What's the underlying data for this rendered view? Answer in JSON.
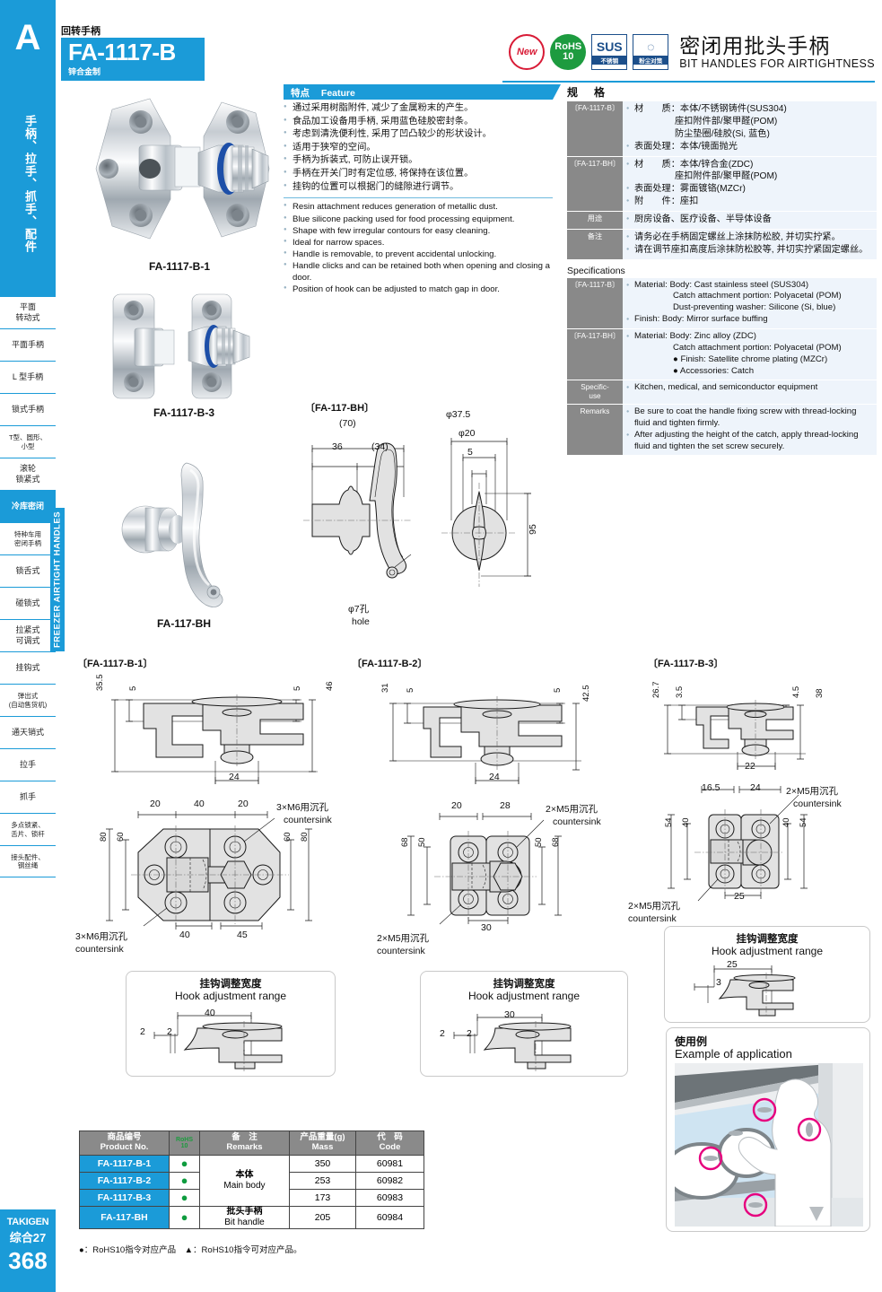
{
  "sidebar": {
    "letter": "A",
    "vertical_label": "手柄、拉手、抓手、配件",
    "items": [
      {
        "label": "平面\n转动式"
      },
      {
        "label": "平面手柄"
      },
      {
        "label": "L 型手柄"
      },
      {
        "label": "锁式手柄"
      },
      {
        "label": "T型、圆形、\n小型"
      },
      {
        "label": "滚轮\n锁紧式"
      },
      {
        "label": "冷库密闭"
      },
      {
        "label": "特种车用\n密闭手柄"
      },
      {
        "label": "锁舌式"
      },
      {
        "label": "碰锁式"
      },
      {
        "label": "拉紧式\n可调式"
      },
      {
        "label": "挂钩式"
      },
      {
        "label": "弹出式\n(自动售货机)"
      },
      {
        "label": "通天销式"
      },
      {
        "label": "拉手"
      },
      {
        "label": "抓手"
      },
      {
        "label": "多点锁紧、\n舌片、锁杆"
      },
      {
        "label": "接头配件、\n钢丝绳"
      }
    ],
    "active_index": 6,
    "tab_label": "FREEZER AIRTIGHT HANDLES",
    "footer": {
      "brand": "TAKIGEN",
      "sub": "综合27",
      "page": "368"
    }
  },
  "header": {
    "category": "回转手柄",
    "code": "FA-1117-B",
    "material": "锌合金制",
    "badges": [
      {
        "name": "new-badge",
        "text": "New"
      },
      {
        "name": "rohs-badge",
        "line1": "RoHS",
        "line2": "10"
      },
      {
        "name": "sus-badge",
        "big": "SUS",
        "small": "不锈钢"
      },
      {
        "name": "dust-badge",
        "big": "◌",
        "small": "粉尘对策"
      }
    ],
    "title_cn": "密闭用批头手柄",
    "title_en": "BIT HANDLES FOR AIRTIGHTNESS"
  },
  "feature": {
    "heading_cn": "特点",
    "heading_en": "Feature",
    "cn_items": [
      "通过采用树脂附件, 减少了金属粉末的产生。",
      "食品加工设备用手柄, 采用蓝色硅胶密封条。",
      "考虑到清洗便利性, 采用了凹凸较少的形状设计。",
      "适用于狭窄的空间。",
      "手柄为拆装式, 可防止误开锁。",
      "手柄在开关门时有定位感, 将保持在该位置。",
      "挂钩的位置可以根据门的缝隙进行调节。"
    ],
    "en_items": [
      "Resin attachment reduces generation of metallic dust.",
      "Blue silicone packing used for food processing equipment.",
      "Shape with few irregular contours for easy cleaning.",
      "Ideal for narrow spaces.",
      "Handle is removable, to prevent accidental unlocking.",
      "Handle clicks and can be retained both when opening and closing a door.",
      "Position of hook can be adjusted to match gap in door."
    ]
  },
  "spec_cn": {
    "title": "规　格",
    "rows": [
      {
        "label": "〔FA-1117-B〕",
        "lines": [
          {
            "bullet": true,
            "text": "材　　质：本体/不锈钢铸件(SUS304)"
          },
          {
            "bullet": false,
            "text": "座扣附件部/聚甲醛(POM)"
          },
          {
            "bullet": false,
            "text": "防尘垫圈/硅胶(Si, 蓝色)"
          },
          {
            "bullet": true,
            "text": "表面处理：本体/镜面抛光"
          }
        ]
      },
      {
        "label": "〔FA-117-BH〕",
        "lines": [
          {
            "bullet": true,
            "text": "材　　质：本体/锌合金(ZDC)"
          },
          {
            "bullet": false,
            "text": "座扣附件部/聚甲醛(POM)"
          },
          {
            "bullet": true,
            "text": "表面处理：雾面镀铬(MZCr)"
          },
          {
            "bullet": true,
            "text": "附　　件：座扣"
          }
        ]
      },
      {
        "label": "用途",
        "lines": [
          {
            "bullet": true,
            "text": "厨房设备、医疗设备、半导体设备"
          }
        ]
      },
      {
        "label": "备注",
        "lines": [
          {
            "bullet": true,
            "text": "请务必在手柄固定螺丝上涂抹防松胶, 并切实拧紧。"
          },
          {
            "bullet": true,
            "text": "请在调节座扣高度后涂抹防松胶等, 并切实拧紧固定螺丝。"
          }
        ]
      }
    ]
  },
  "spec_en": {
    "title": "Specifications",
    "rows": [
      {
        "label": "〔FA-1117-B〕",
        "lines": [
          {
            "bullet": true,
            "text": "Material: Body: Cast stainless steel (SUS304)"
          },
          {
            "bullet": false,
            "text": "Catch attachment portion: Polyacetal (POM)"
          },
          {
            "bullet": false,
            "text": "Dust-preventing washer: Silicone (Si, blue)"
          },
          {
            "bullet": true,
            "text": "Finish: Body: Mirror surface buffing"
          }
        ]
      },
      {
        "label": "〔FA-117-BH〕",
        "lines": [
          {
            "bullet": true,
            "text": "Material: Body: Zinc alloy (ZDC)"
          },
          {
            "bullet": false,
            "text": "Catch attachment portion: Polyacetal (POM)"
          },
          {
            "bullet": false,
            "text": "● Finish: Satellite chrome plating (MZCr)"
          },
          {
            "bullet": false,
            "text": "● Accessories: Catch"
          }
        ]
      },
      {
        "label": "Specific-\nuse",
        "lines": [
          {
            "bullet": true,
            "text": "Kitchen, medical, and semiconductor equipment"
          }
        ]
      },
      {
        "label": "Remarks",
        "lines": [
          {
            "bullet": true,
            "text": "Be sure to coat the handle fixing screw with thread-locking fluid and tighten firmly."
          },
          {
            "bullet": true,
            "text": "After adjusting the height of the catch, apply thread-locking fluid and tighten the set screw securely."
          }
        ]
      }
    ]
  },
  "photos": [
    {
      "caption": "FA-1117-B-1"
    },
    {
      "caption": "FA-1117-B-3"
    },
    {
      "caption": "FA-117-BH"
    }
  ],
  "bh_drawing": {
    "title": "〔FA-117-BH〕",
    "dims": [
      "(70)",
      "36",
      "(34)",
      "φ37.5",
      "φ20",
      "5",
      "95"
    ],
    "hole_cn": "φ7孔",
    "hole_en": "hole"
  },
  "dim_blocks": [
    {
      "title": "〔FA-1117-B-1〕",
      "side_dims": [
        "35.5",
        "5",
        "5",
        "46",
        "24"
      ],
      "plan_dims": [
        "20",
        "40",
        "20",
        "80",
        "60",
        "60",
        "80",
        "40",
        "45"
      ],
      "note_cn": "3×M6用沉孔",
      "note_en": "countersink",
      "hook": {
        "title_cn": "挂钩调整宽度",
        "title_en": "Hook adjustment range",
        "dims": [
          "40",
          "2",
          "2"
        ]
      }
    },
    {
      "title": "〔FA-1117-B-2〕",
      "side_dims": [
        "31",
        "5",
        "5",
        "42.5",
        "24"
      ],
      "plan_dims": [
        "20",
        "28",
        "68",
        "50",
        "50",
        "68",
        "30"
      ],
      "note_cn": "2×M5用沉孔",
      "note_en": "countersink",
      "hook": {
        "title_cn": "挂钩调整宽度",
        "title_en": "Hook adjustment range",
        "dims": [
          "30",
          "2",
          "2"
        ]
      }
    },
    {
      "title": "〔FA-1117-B-3〕",
      "side_dims": [
        "26.7",
        "3.5",
        "4.5",
        "38",
        "22"
      ],
      "plan_dims": [
        "16.5",
        "24",
        "54",
        "40",
        "40",
        "54",
        "25"
      ],
      "note_cn": "2×M5用沉孔",
      "note_en": "countersink",
      "hook": {
        "title_cn": "挂钩调整宽度",
        "title_en": "Hook adjustment range",
        "dims": [
          "25",
          "3"
        ]
      }
    }
  ],
  "example": {
    "title_cn": "使用例",
    "title_en": "Example of application"
  },
  "product_table": {
    "headers": [
      {
        "cn": "商品编号",
        "en": "Product No."
      },
      {
        "cn": "RoHS",
        "en": "10"
      },
      {
        "cn": "备　注",
        "en": "Remarks"
      },
      {
        "cn": "产品重量(g)",
        "en": "Mass"
      },
      {
        "cn": "代　码",
        "en": "Code"
      }
    ],
    "rows": [
      {
        "product_no": "FA-1117-B-1",
        "rohs": "●",
        "mass": "350",
        "code": "60981"
      },
      {
        "product_no": "FA-1117-B-2",
        "rohs": "●",
        "mass": "253",
        "code": "60982"
      },
      {
        "product_no": "FA-1117-B-3",
        "rohs": "●",
        "mass": "173",
        "code": "60983"
      },
      {
        "product_no": "FA-117-BH",
        "rohs": "●",
        "mass": "205",
        "code": "60984"
      }
    ],
    "remarks_group1_cn": "本体",
    "remarks_group1_en": "Main body",
    "remarks_group2_cn": "批头手柄",
    "remarks_group2_en": "Bit handle",
    "footnote": "●：RoHS10指令对应产品　▲：RoHS10指令可对应产品。"
  },
  "colors": {
    "brand_blue": "#1b9bd8",
    "red": "#d81b36",
    "green": "#1d9b3f",
    "navy": "#1c4f8b",
    "magenta": "#e6007e"
  }
}
